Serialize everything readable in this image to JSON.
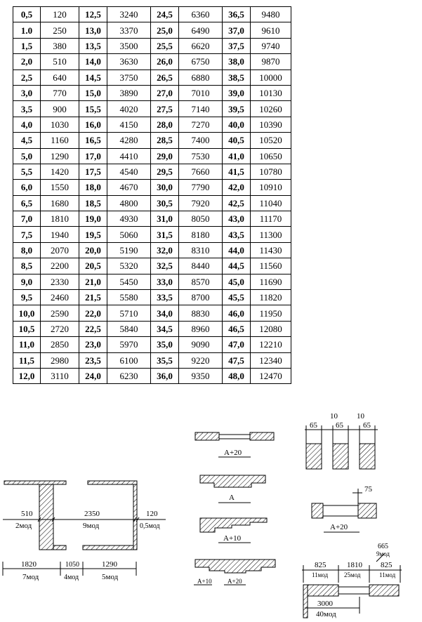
{
  "table": {
    "rows": [
      [
        "0,5",
        "120",
        "12,5",
        "3240",
        "24,5",
        "6360",
        "36,5",
        "9480"
      ],
      [
        "1.0",
        "250",
        "13,0",
        "3370",
        "25,0",
        "6490",
        "37,0",
        "9610"
      ],
      [
        "1,5",
        "380",
        "13,5",
        "3500",
        "25,5",
        "6620",
        "37,5",
        "9740"
      ],
      [
        "2,0",
        "510",
        "14,0",
        "3630",
        "26,0",
        "6750",
        "38,0",
        "9870"
      ],
      [
        "2,5",
        "640",
        "14,5",
        "3750",
        "26,5",
        "6880",
        "38,5",
        "10000"
      ],
      [
        "3,0",
        "770",
        "15,0",
        "3890",
        "27,0",
        "7010",
        "39,0",
        "10130"
      ],
      [
        "3,5",
        "900",
        "15,5",
        "4020",
        "27,5",
        "7140",
        "39,5",
        "10260"
      ],
      [
        "4,0",
        "1030",
        "16,0",
        "4150",
        "28,0",
        "7270",
        "40,0",
        "10390"
      ],
      [
        "4,5",
        "1160",
        "16,5",
        "4280",
        "28,5",
        "7400",
        "40,5",
        "10520"
      ],
      [
        "5,0",
        "1290",
        "17,0",
        "4410",
        "29,0",
        "7530",
        "41,0",
        "10650"
      ],
      [
        "5,5",
        "1420",
        "17,5",
        "4540",
        "29,5",
        "7660",
        "41,5",
        "10780"
      ],
      [
        "6,0",
        "1550",
        "18,0",
        "4670",
        "30,0",
        "7790",
        "42,0",
        "10910"
      ],
      [
        "6,5",
        "1680",
        "18,5",
        "4800",
        "30,5",
        "7920",
        "42,5",
        "11040"
      ],
      [
        "7,0",
        "1810",
        "19,0",
        "4930",
        "31,0",
        "8050",
        "43,0",
        "11170"
      ],
      [
        "7,5",
        "1940",
        "19,5",
        "5060",
        "31,5",
        "8180",
        "43,5",
        "11300"
      ],
      [
        "8,0",
        "2070",
        "20,0",
        "5190",
        "32,0",
        "8310",
        "44,0",
        "11430"
      ],
      [
        "8,5",
        "2200",
        "20,5",
        "5320",
        "32,5",
        "8440",
        "44,5",
        "11560"
      ],
      [
        "9,0",
        "2330",
        "21,0",
        "5450",
        "33,0",
        "8570",
        "45,0",
        "11690"
      ],
      [
        "9,5",
        "2460",
        "21,5",
        "5580",
        "33,5",
        "8700",
        "45,5",
        "11820"
      ],
      [
        "10,0",
        "2590",
        "22,0",
        "5710",
        "34,0",
        "8830",
        "46,0",
        "11950"
      ],
      [
        "10,5",
        "2720",
        "22,5",
        "5840",
        "34,5",
        "8960",
        "46,5",
        "12080"
      ],
      [
        "11,0",
        "2850",
        "23,0",
        "5970",
        "35,0",
        "9090",
        "47,0",
        "12210"
      ],
      [
        "11,5",
        "2980",
        "23,5",
        "6100",
        "35,5",
        "9220",
        "47,5",
        "12340"
      ],
      [
        "12,0",
        "3110",
        "24,0",
        "6230",
        "36,0",
        "9350",
        "48,0",
        "12470"
      ]
    ]
  },
  "drawings": {
    "wall_plan": {
      "dim_510": "510",
      "mod_2": "2мод",
      "dim_2350": "2350",
      "mod_9": "9мод",
      "dim_120": "120",
      "mod_05": "0,5мод",
      "dim_1820": "1820",
      "mod_7": "7мод",
      "dim_1050": "1050",
      "mod_4": "4мод",
      "dim_1290": "1290",
      "mod_5": "5мод"
    },
    "openings": {
      "a20": "А+20",
      "a": "А",
      "a10": "А+10",
      "a10_small": "А+10",
      "a20_small": "А+20"
    },
    "bricks": {
      "d65_1": "65",
      "d65_2": "65",
      "d65_3": "65",
      "d10_1": "10",
      "d10_2": "10",
      "d75": "75",
      "a20": "А+20"
    },
    "long_wall": {
      "dim_665": "665",
      "mod_9": "9мод",
      "dim_825_l": "825",
      "mod_11_l": "11мод",
      "dim_1810": "1810",
      "mod_25": "25мод",
      "dim_825_r": "825",
      "mod_11_r": "11мод",
      "dim_3000": "3000",
      "mod_40": "40мод"
    }
  }
}
